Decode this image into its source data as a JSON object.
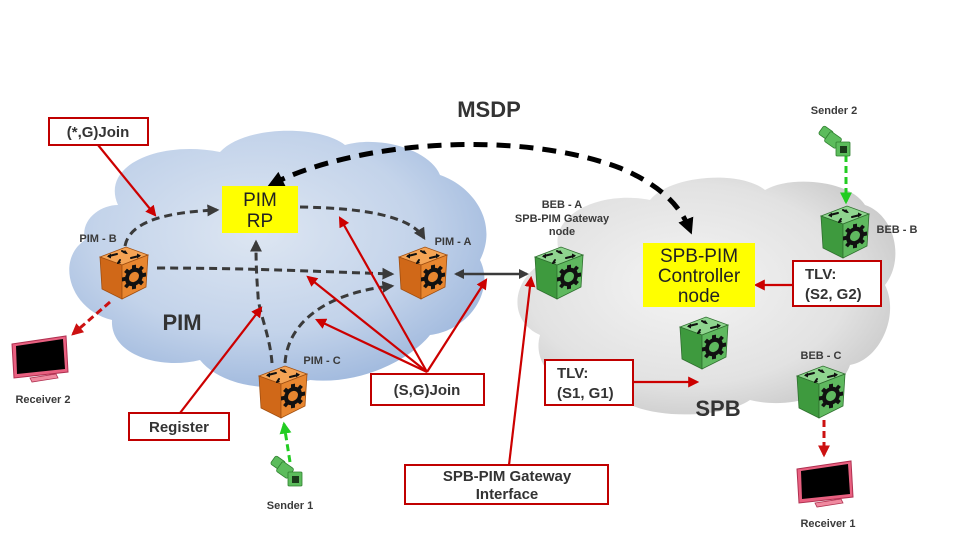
{
  "title": "MSDP",
  "clouds": {
    "pim": {
      "label": "PIM",
      "color": "#b9cde6"
    },
    "spb": {
      "label": "SPB",
      "color": "#dcdcdc"
    }
  },
  "highlight_boxes": {
    "pim_rp": {
      "lines": [
        "PIM",
        "RP"
      ],
      "color": "#ffff00"
    },
    "spb_controller": {
      "lines": [
        "SPB-PIM",
        "Controller",
        "node"
      ],
      "color": "#ffff00"
    }
  },
  "nodes": {
    "pim_a": {
      "label": "PIM - A",
      "icon": "router-icon",
      "color": "#e8862f"
    },
    "pim_b": {
      "label": "PIM - B",
      "icon": "router-icon",
      "color": "#e8862f"
    },
    "pim_c": {
      "label": "PIM - C",
      "icon": "router-icon",
      "color": "#e8862f"
    },
    "beb_a": {
      "lines": [
        "BEB - A",
        "SPB-PIM Gateway",
        "node"
      ],
      "icon": "router-icon",
      "color": "#5fb95f"
    },
    "beb_b": {
      "label": "BEB - B",
      "icon": "router-icon",
      "color": "#5fb95f"
    },
    "beb_c": {
      "label": "BEB - C",
      "icon": "router-icon",
      "color": "#5fb95f"
    },
    "spb_core": {
      "label": "",
      "icon": "router-icon",
      "color": "#5fb95f"
    }
  },
  "endpoints": {
    "sender_1": {
      "label": "Sender 1",
      "icon": "camera-icon"
    },
    "sender_2": {
      "label": "Sender 2",
      "icon": "camera-icon"
    },
    "receiver_1": {
      "label": "Receiver 1",
      "icon": "monitor-icon"
    },
    "receiver_2": {
      "label": "Receiver 2",
      "icon": "monitor-icon"
    }
  },
  "callouts": {
    "star_g_join": {
      "lines": [
        "(*,G)Join"
      ]
    },
    "s_g_join": {
      "lines": [
        "(S,G)Join"
      ]
    },
    "register": {
      "lines": [
        "Register"
      ]
    },
    "gateway_interface": {
      "lines": [
        "SPB-PIM Gateway",
        "Interface"
      ]
    },
    "tlv_s1_g1": {
      "lines": [
        "TLV:",
        "(S1, G1)"
      ]
    },
    "tlv_s2_g2": {
      "lines": [
        "TLV:",
        "(S2, G2)"
      ]
    }
  },
  "colors": {
    "callout_border": "#c00000",
    "callout_arrow": "#cc0000",
    "pim_flow": "#3a3a3a",
    "msdp_flow": "#000000",
    "sender_flow": "#22cc22",
    "receiver_flow": "#cc1111"
  }
}
